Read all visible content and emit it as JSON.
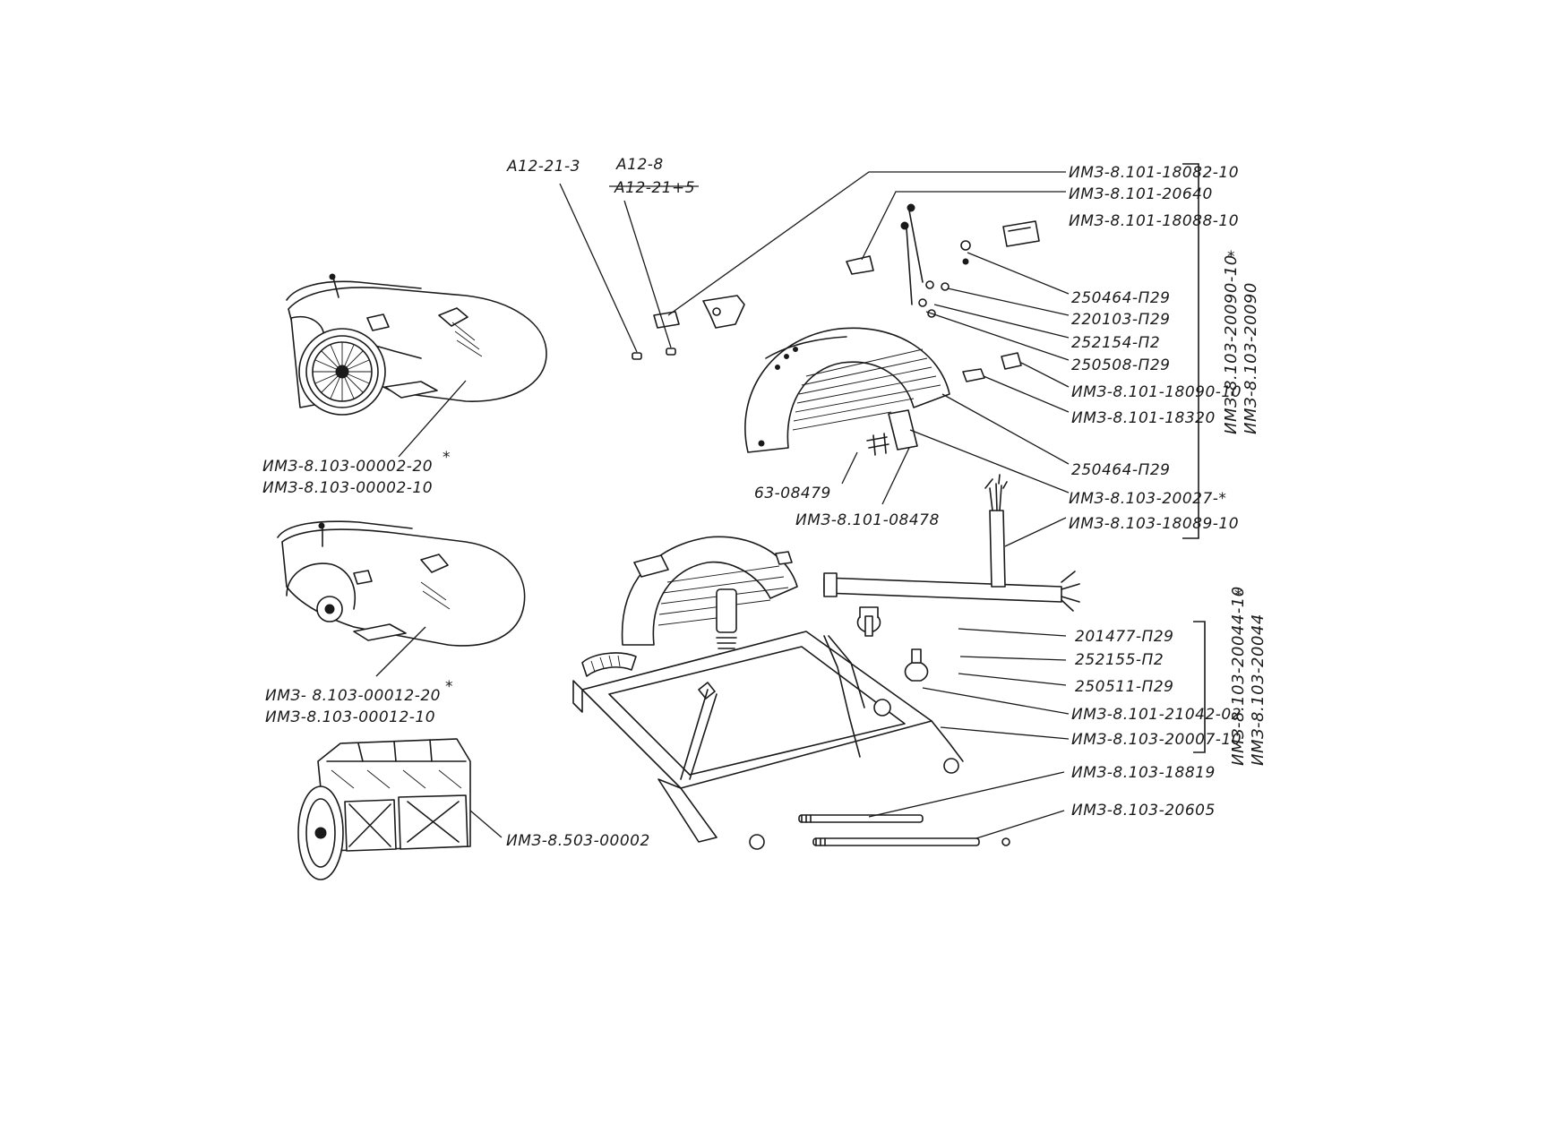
{
  "labels": {
    "a12_21_3": "А12-21-3",
    "a12_8": "А12-8",
    "a12_21_5": "А12-21+5",
    "l_18082": "ИМЗ-8.101-18082-10",
    "l_20640": "ИМЗ-8.101-20640",
    "l_18088": "ИМЗ-8.101-18088-10",
    "l_250464_a": "250464-П29",
    "l_220103": "220103-П29",
    "l_252154": "252154-П2",
    "l_250508": "250508-П29",
    "l_18090": "ИМЗ-8.101-18090-10",
    "l_18320": "ИМЗ-8.101-18320",
    "l_250464_b": "250464-П29",
    "l_20027": "ИМЗ-8.103-20027-*",
    "l_18089": "ИМЗ-8.103-18089-10",
    "l_63_08479": "63-08479",
    "l_08478": "ИМЗ-8.101-08478",
    "l_00002_20": "ИМЗ-8.103-00002-20",
    "l_00002_10": "ИМЗ-8.103-00002-10",
    "l_00012_20": "ИМЗ- 8.103-00012-20",
    "l_00012_10": "ИМЗ-8.103-00012-10",
    "l_503": "ИМЗ-8.503-00002",
    "l_201477": "201477-П29",
    "l_252155": "252155-П2",
    "l_250511": "250511-П29",
    "l_21042": "ИМЗ-8.101-21042-02",
    "l_20007": "ИМЗ-8.103-20007-10",
    "l_18819": "ИМЗ-8.103-18819",
    "l_20605": "ИМЗ-8.103-20605",
    "v_20090_10": "ИМЗ-8.103-20090-10",
    "v_20090": "ИМЗ-8.103-20090",
    "v_20044_10": "ИМЗ-8.103-20044-10",
    "v_20044": "ИМЗ-8.103-20044",
    "star": "*"
  }
}
